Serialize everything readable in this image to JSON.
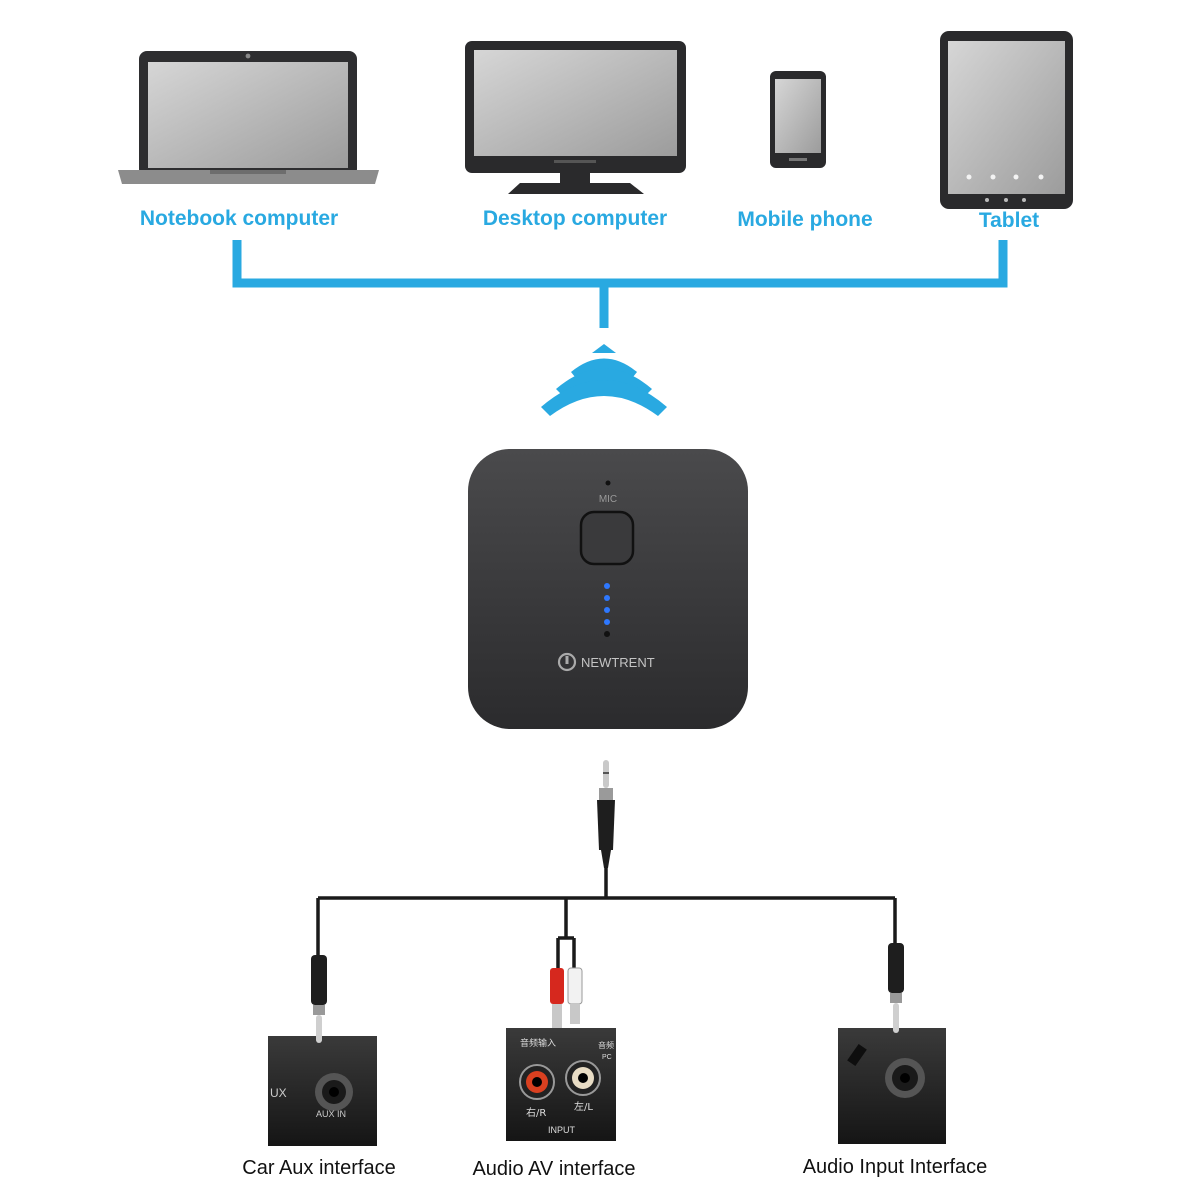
{
  "colors": {
    "connector_blue": "#29a9e1",
    "device_body": "#3a3a3c",
    "led_blue": "#2e78ff",
    "label_dark": "#111111"
  },
  "sources": [
    {
      "label": "Notebook computer",
      "icon": "laptop-icon"
    },
    {
      "label": "Desktop computer",
      "icon": "monitor-icon"
    },
    {
      "label": "Mobile phone",
      "icon": "smartphone-icon"
    },
    {
      "label": "Tablet",
      "icon": "tablet-icon"
    }
  ],
  "device": {
    "brand": "NEWTRENT",
    "mic_label": "MIC",
    "led_count": 5,
    "leds_lit": 4
  },
  "outputs": [
    {
      "label": "Car Aux interface",
      "panel_text": [
        "UX",
        "AUX IN"
      ]
    },
    {
      "label": "Audio AV interface",
      "panel_text": [
        "音频输入",
        "音频",
        "PC",
        "右/R",
        "左/L",
        "INPUT"
      ]
    },
    {
      "label": "Audio Input Interface",
      "panel_text": []
    }
  ]
}
